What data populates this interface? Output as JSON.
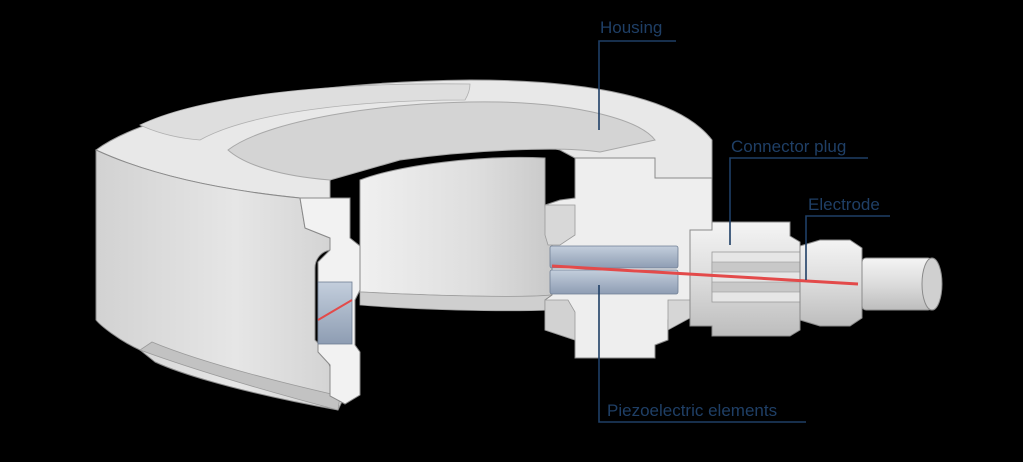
{
  "labels": {
    "housing": "Housing",
    "connector_plug": "Connector plug",
    "electrode": "Electrode",
    "piezoelectric_elements": "Piezoelectric elements"
  },
  "colors": {
    "background": "#000000",
    "label_text": "#1f3f66",
    "leader_line": "#1f3f66",
    "housing_light": "#ececec",
    "housing_mid": "#d6d6d6",
    "housing_dark": "#bdbdbd",
    "housing_edge": "#8a8a8a",
    "piezo_element": "#aab7c9",
    "electrode_wire": "#e34a4a"
  }
}
